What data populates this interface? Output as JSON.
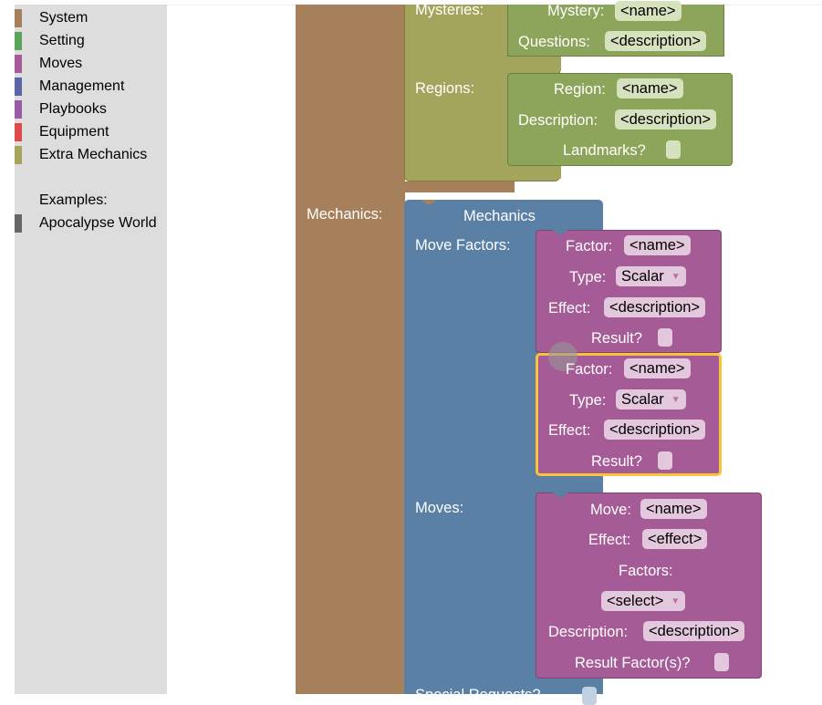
{
  "toolbox": {
    "categories": [
      {
        "label": "System",
        "color": "#a5805b"
      },
      {
        "label": "Setting",
        "color": "#5ba55b"
      },
      {
        "label": "Moves",
        "color": "#a55b99"
      },
      {
        "label": "Management",
        "color": "#5b67a5"
      },
      {
        "label": "Playbooks",
        "color": "#9a5ba5"
      },
      {
        "label": "Equipment",
        "color": "#e04a4a"
      },
      {
        "label": "Extra Mechanics",
        "color": "#a5a55b"
      }
    ],
    "examples_label": "Examples:",
    "examples": [
      {
        "label": "Apocalypse World",
        "color": "#666666"
      }
    ]
  },
  "colors": {
    "system": "#a5805b",
    "setting_olive": "#a4a55c",
    "setting_green": "#8da55b",
    "mechanics_blue": "#5b80a5",
    "moves_purple": "#a55b96",
    "selection": "#fcc33a"
  },
  "workspace": {
    "system_block": {
      "mechanics_label": "Mechanics:"
    },
    "setting_block": {
      "mysteries_label": "Mysteries:",
      "regions_label": "Regions:"
    },
    "mystery_block": {
      "mystery_label": "Mystery:",
      "mystery_value": "<name>",
      "questions_label": "Questions:",
      "questions_value": "<description>"
    },
    "region_block": {
      "region_label": "Region:",
      "region_value": "<name>",
      "description_label": "Description:",
      "description_value": "<description>",
      "landmarks_label": "Landmarks?"
    },
    "mechanics_block": {
      "title": "Mechanics",
      "move_factors_label": "Move Factors:",
      "moves_label": "Moves:",
      "special_label": "Special Requests?"
    },
    "factor_blocks": [
      {
        "factor_label": "Factor:",
        "factor_value": "<name>",
        "type_label": "Type:",
        "type_value": "Scalar",
        "effect_label": "Effect:",
        "effect_value": "<description>",
        "result_label": "Result?"
      },
      {
        "factor_label": "Factor:",
        "factor_value": "<name>",
        "type_label": "Type:",
        "type_value": "Scalar",
        "effect_label": "Effect:",
        "effect_value": "<description>",
        "result_label": "Result?"
      }
    ],
    "move_block": {
      "move_label": "Move:",
      "move_value": "<name>",
      "effect_label": "Effect:",
      "effect_value": "<effect>",
      "factors_label": "Factors:",
      "factors_select": "<select>",
      "description_label": "Description:",
      "description_value": "<description>",
      "result_factors_label": "Result Factor(s)?"
    }
  }
}
